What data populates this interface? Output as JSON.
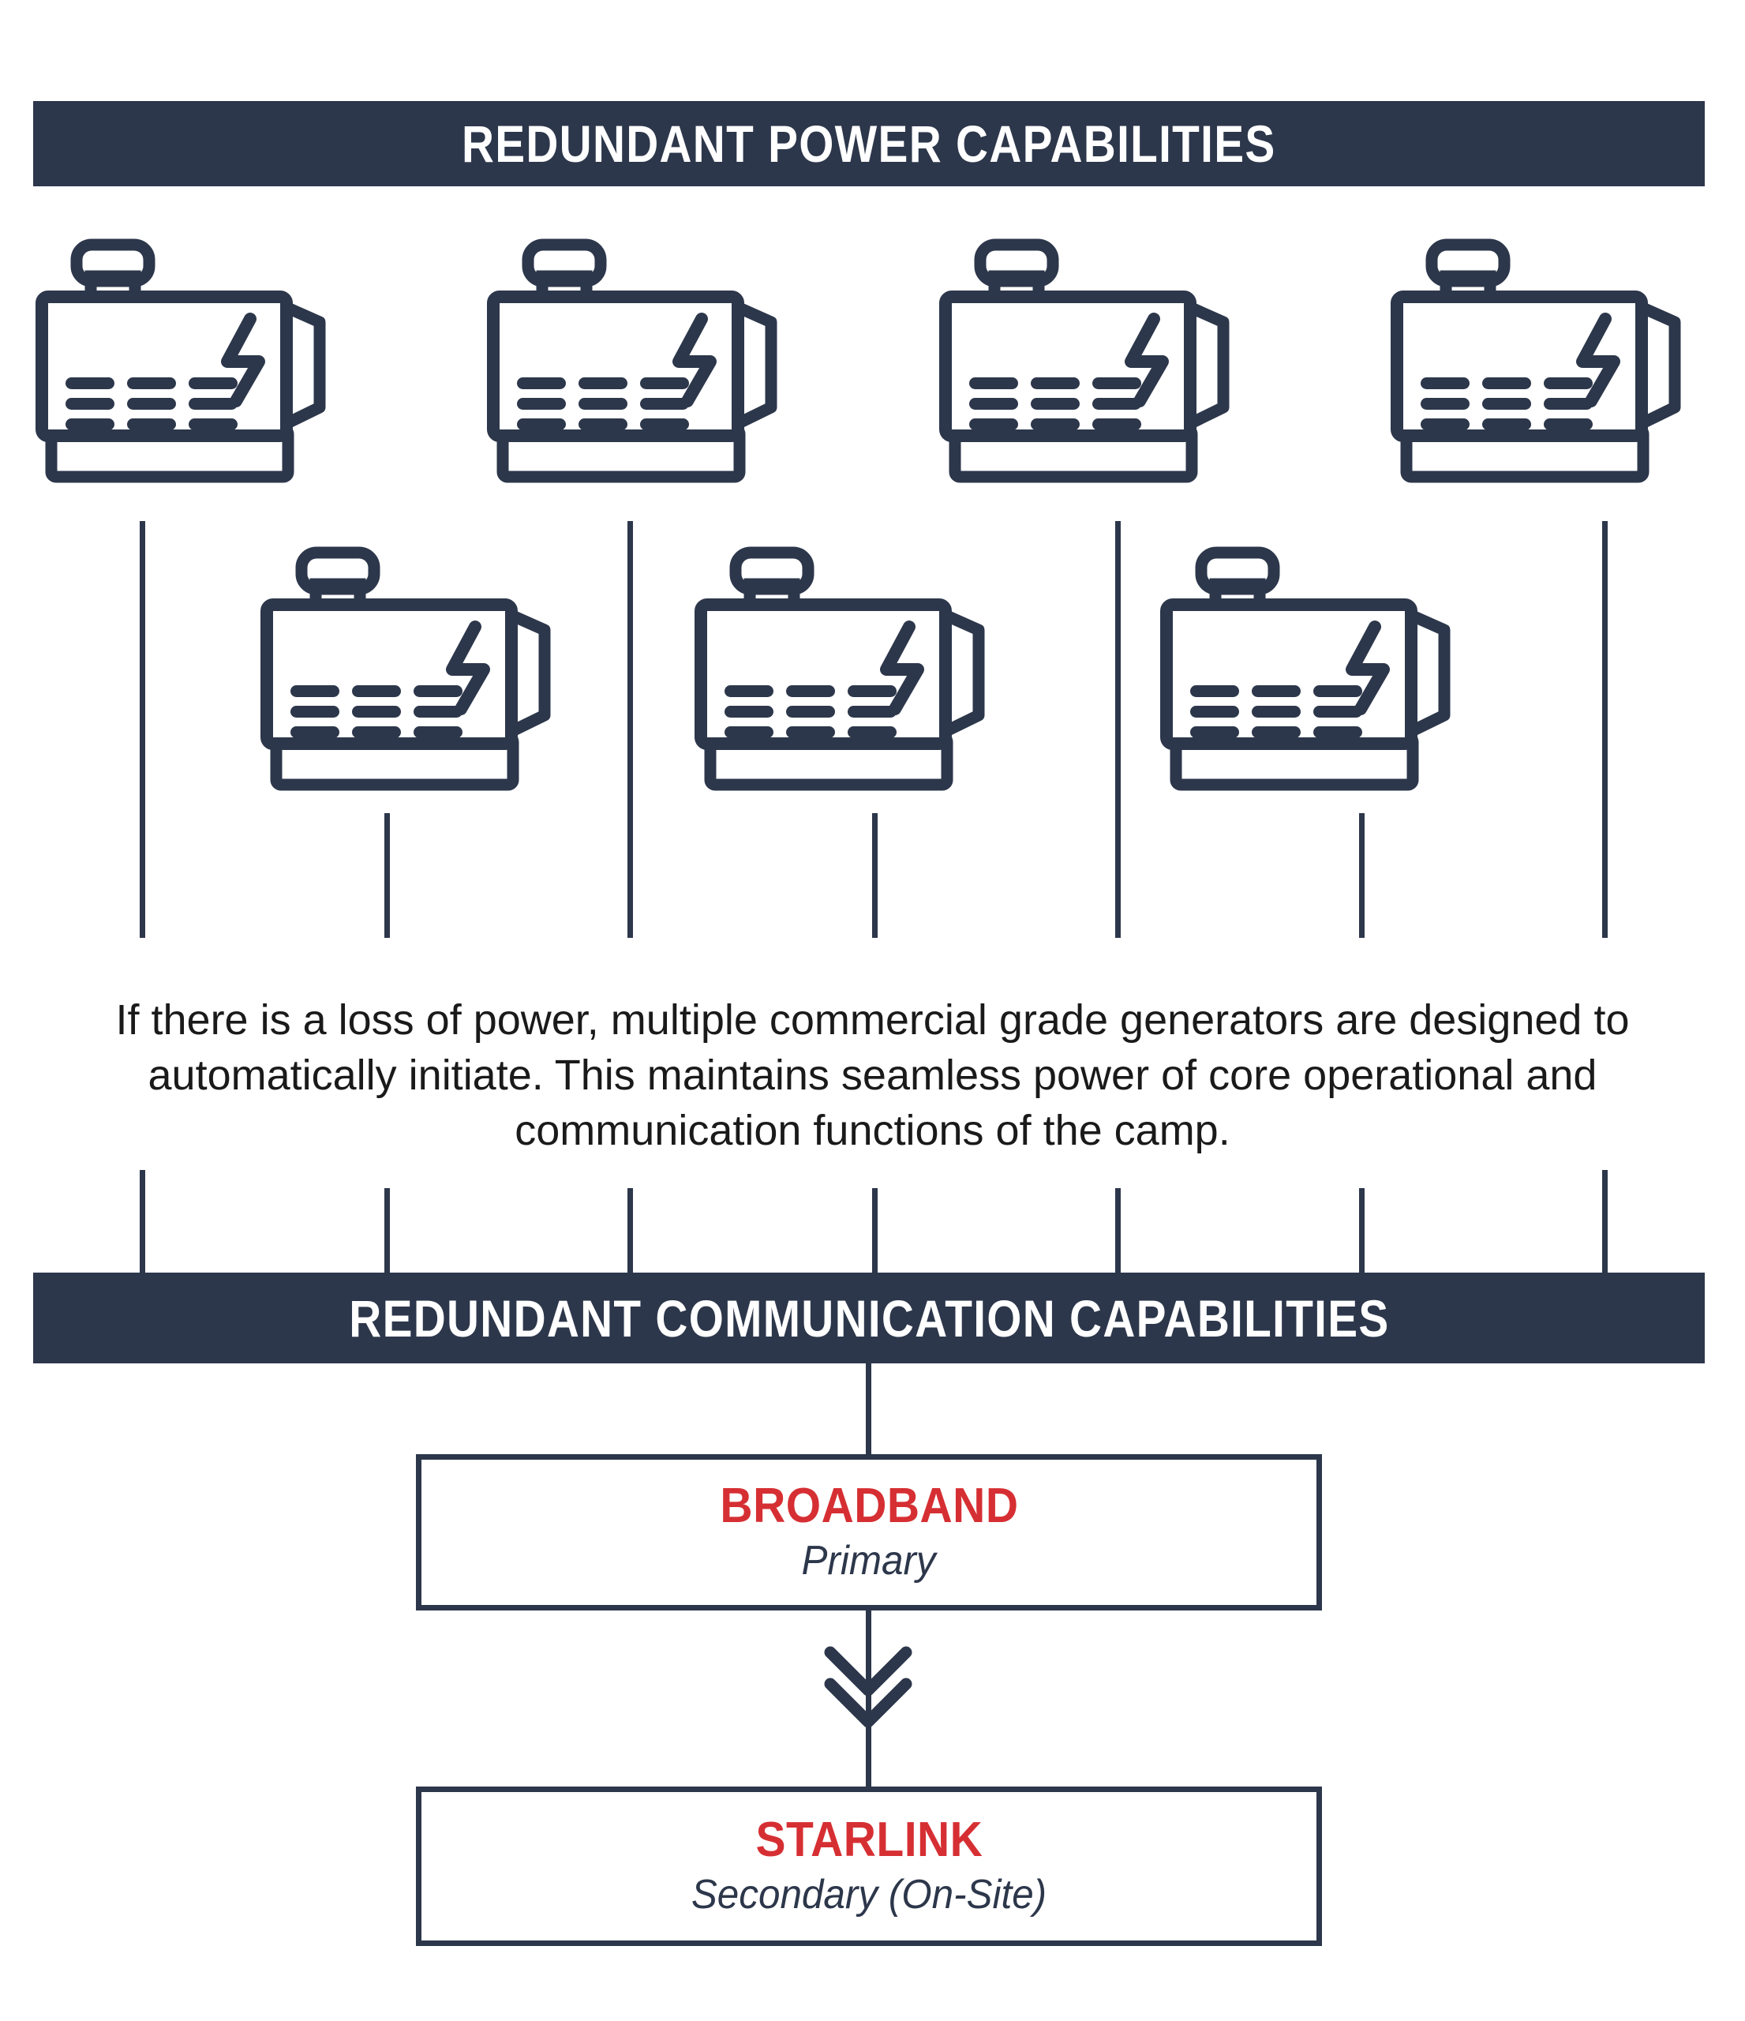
{
  "page": {
    "background": "#FFFFFF",
    "accent_navy": "#2D374B",
    "accent_red": "#D62F33",
    "text_color": "#1A1A1A"
  },
  "sections": {
    "power": {
      "header_title": "REDUNDANT POWER CAPABILITIES",
      "paragraph": "If there is a loss of power, multiple commercial grade generators are designed to automatically initiate. This maintains seamless power of core operational and communication functions of the camp.",
      "generator_icon_name": "generator-icon",
      "generator_count_row1": 4,
      "generator_count_row2": 3,
      "generator_total": 7
    },
    "communications": {
      "header_title": "REDUNDANT COMMUNICATION CAPABILITIES",
      "options": [
        {
          "title": "BROADBAND",
          "subtitle": "Primary",
          "title_color": "#D62F33",
          "subtitle_color": "#2D374B"
        },
        {
          "title": "STARLINK",
          "subtitle": "Secondary (On-Site)",
          "title_color": "#D62F33",
          "subtitle_color": "#2D374B"
        }
      ],
      "failover_arrow_icon": "double-chevron-down-icon"
    }
  }
}
